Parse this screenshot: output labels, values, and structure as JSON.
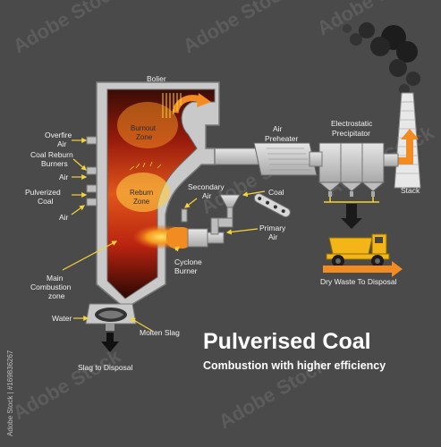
{
  "title": "Pulverised Coal",
  "subtitle": "Combustion with higher efficiency",
  "labels": {
    "boiler": "Bolier",
    "overfire_air_1": "Overfire",
    "overfire_air_2": "Air",
    "coal_reburn_1": "Coal Reburn",
    "coal_reburn_2": "Burners",
    "air_upper": "Air",
    "pulverized_coal_1": "Pulverized",
    "pulverized_coal_2": "Coal",
    "air_lower": "Air",
    "burnout_zone_1": "Burnout",
    "burnout_zone_2": "Zone",
    "reburn_zone_1": "Reburn",
    "reburn_zone_2": "Zone",
    "secondary_air_1": "Secondary",
    "secondary_air_2": "Air",
    "coal": "Coal",
    "primary_air_1": "Primary",
    "primary_air_2": "Air",
    "cyclone_burner_1": "Cyclone",
    "cyclone_burner_2": "Burner",
    "main_combustion_1": "Main",
    "main_combustion_2": "Combustion",
    "main_combustion_3": "zone",
    "water": "Water",
    "molten_slag": "Molten Slag",
    "slag_disposal": "Slag to Disposal",
    "air_preheater_1": "Air",
    "air_preheater_2": "Preheater",
    "precipitator_1": "Electrostatic",
    "precipitator_2": "Precipitator",
    "stack": "Stack",
    "dry_waste": "Dry Waste To Disposal"
  },
  "watermark": {
    "text": "Adobe Stock",
    "credit": "Adobe Stock | #169836267"
  },
  "colors": {
    "background": "#4a4a4a",
    "boiler_wall": "#c9c9c9",
    "flame": "#e0561b",
    "arrow_yellow": "#f5d33a",
    "arrow_orange": "#f28c22",
    "truck_yellow": "#f3b517"
  }
}
